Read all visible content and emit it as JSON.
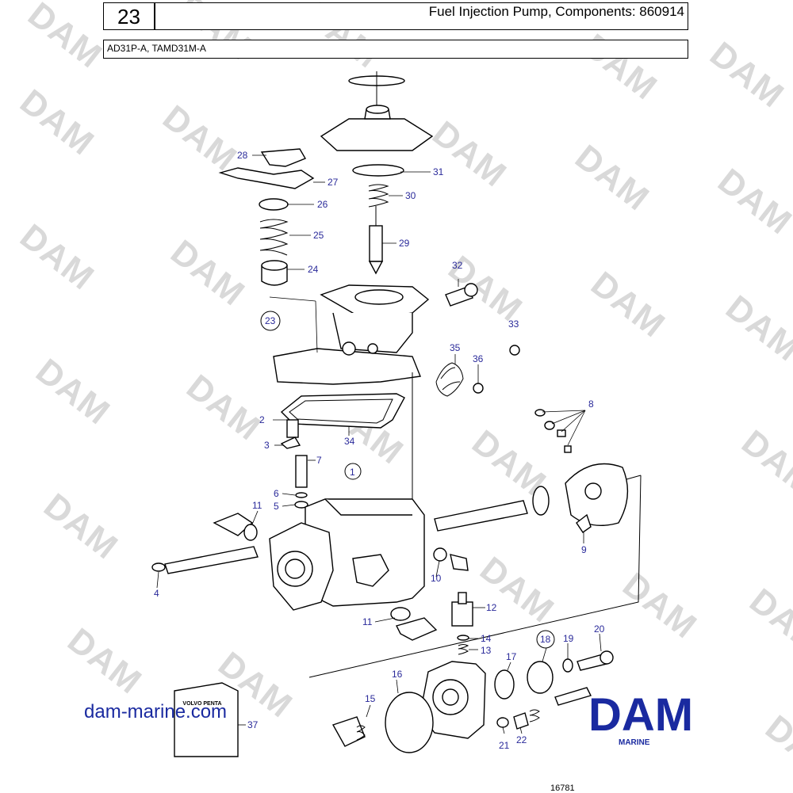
{
  "header": {
    "page_number": "23",
    "title": "Fuel Injection Pump, Components: 860914",
    "models": "AD31P-A, TAMD31M-A"
  },
  "watermark": "DAM",
  "callouts": [
    "1",
    "2",
    "3",
    "4",
    "5",
    "6",
    "7",
    "8",
    "9",
    "10",
    "11",
    "11",
    "12",
    "13",
    "14",
    "15",
    "16",
    "17",
    "18",
    "19",
    "20",
    "21",
    "22",
    "23",
    "24",
    "25",
    "26",
    "27",
    "28",
    "29",
    "30",
    "31",
    "32",
    "33",
    "34",
    "35",
    "36",
    "37"
  ],
  "kit_label": "VOLVO PENTA",
  "footer": {
    "site": "dam-marine.com",
    "brand": "DAM",
    "brand_sub": "MARINE",
    "figure_number": "16781"
  },
  "colors": {
    "label_blue": "#2a2a9a",
    "brand_blue": "#1a2aa0",
    "watermark_gray": "#d9d9d9"
  }
}
